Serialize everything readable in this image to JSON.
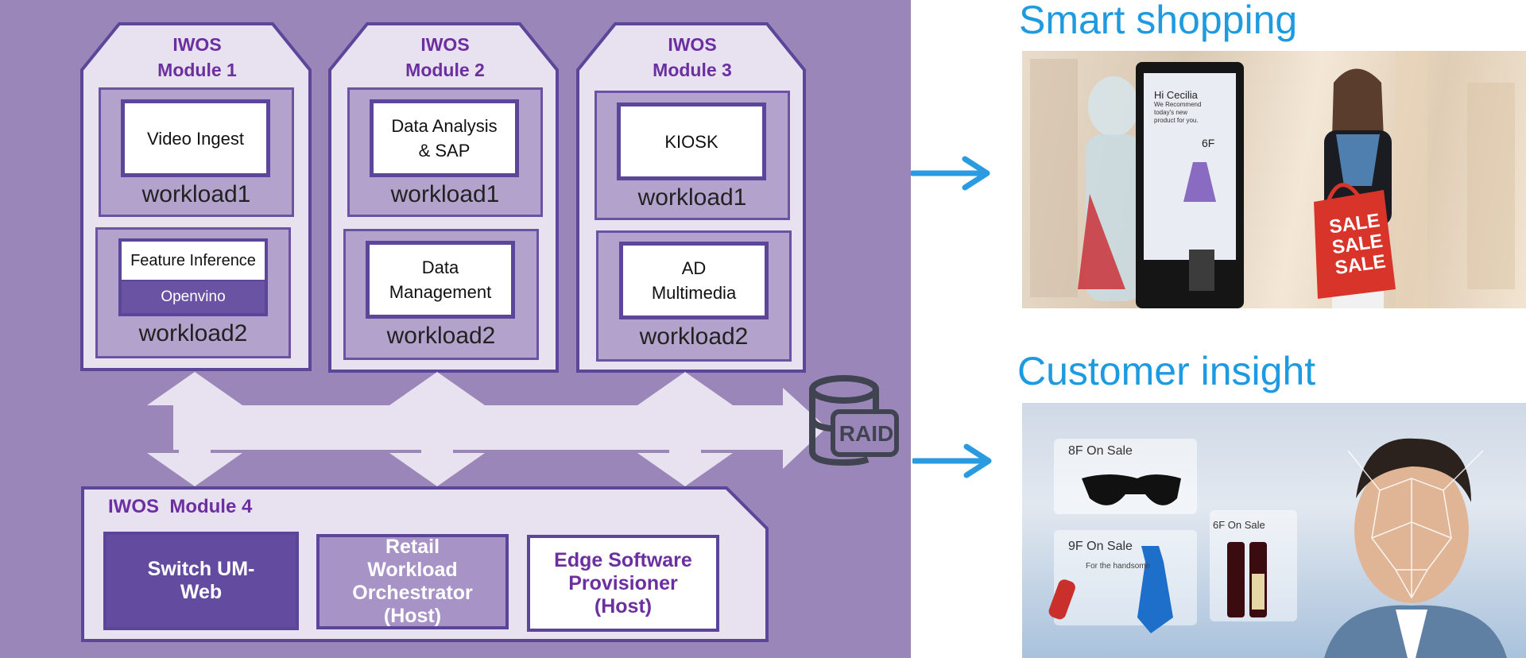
{
  "modules": [
    {
      "title_line1": "IWOS",
      "title_line2": "Module 1",
      "workload1": {
        "box_text": "Video Ingest",
        "label": "workload1"
      },
      "workload2": {
        "box_text": "Feature Inference",
        "sub_text": "Openvino",
        "label": "workload2"
      }
    },
    {
      "title_line1": "IWOS",
      "title_line2": "Module 2",
      "workload1": {
        "box_line1": "Data Analysis",
        "box_line2": "& SAP",
        "label": "workload1"
      },
      "workload2": {
        "box_line1": "Data",
        "box_line2": "Management",
        "label": "workload2"
      }
    },
    {
      "title_line1": "IWOS",
      "title_line2": "Module 3",
      "workload1": {
        "box_text": "KIOSK",
        "label": "workload1"
      },
      "workload2": {
        "box_line1": "AD",
        "box_line2": "Multimedia",
        "label": "workload2"
      }
    }
  ],
  "module4": {
    "title": "IWOS  Module 4",
    "switch": {
      "line1": "Switch UM-",
      "line2": "Web"
    },
    "orchestrator": {
      "line1": "Retail",
      "line2": "Workload",
      "line3": "Orchestrator",
      "line4": "(Host)"
    },
    "provisioner": {
      "line1": "Edge Software",
      "line2": "Provisioner",
      "line3": "(Host)"
    }
  },
  "storage": {
    "label": "RAID"
  },
  "right": {
    "smart_shopping": {
      "heading": "Smart shopping",
      "kiosk_greeting": "Hi Cecilia",
      "kiosk_text": [
        "We Recommend",
        "today's new",
        "product for you."
      ],
      "kiosk_floor": "6F",
      "bag_text": "SALE"
    },
    "customer_insight": {
      "heading": "Customer insight",
      "card1": "8F On Sale",
      "card2": "9F On Sale",
      "card2_sub": "For the handsome",
      "card3": "6F On Sale"
    }
  },
  "colors": {
    "panel_bg": "#9b86b9",
    "module_fill": "#e8e2f0",
    "workload_fill": "#b3a3cc",
    "border": "#5c469a",
    "title_purple": "#6b2fa0",
    "heading_blue": "#1e9be0"
  }
}
